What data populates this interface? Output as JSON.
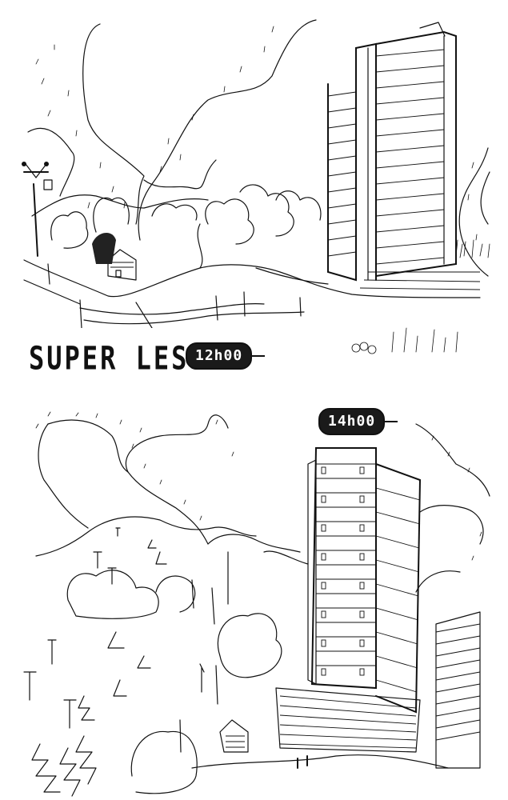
{
  "artwork": {
    "style": "black ink pen sketch on white",
    "panels": [
      {
        "id": "top",
        "scene": "ski slope with chairlift pylon, small chalet, trees, fence and apartment tower block",
        "time_label": "12h00"
      },
      {
        "id": "bottom",
        "scene": "tall tower block with balconies, hillside with lift pylons, fir trees, bushes and small hut",
        "time_label": "14h00"
      }
    ]
  },
  "caption": {
    "title": "SUPER LESSE"
  },
  "labels": {
    "top_time": "12h00",
    "bottom_time": "14h00"
  },
  "colors": {
    "ink": "#111111",
    "paper": "#ffffff"
  }
}
